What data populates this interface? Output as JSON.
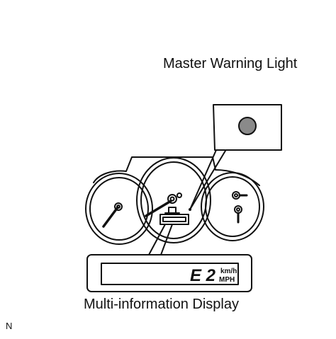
{
  "labels": {
    "master_warning": "Master Warning Light",
    "multi_info": "Multi-information Display",
    "figure_code": "N"
  },
  "display": {
    "code": "E 2",
    "unit_top": "km/h",
    "unit_bottom": "MPH"
  },
  "colors": {
    "line": "#111111",
    "warning_lamp": "#8a8a8a",
    "background": "#ffffff"
  }
}
